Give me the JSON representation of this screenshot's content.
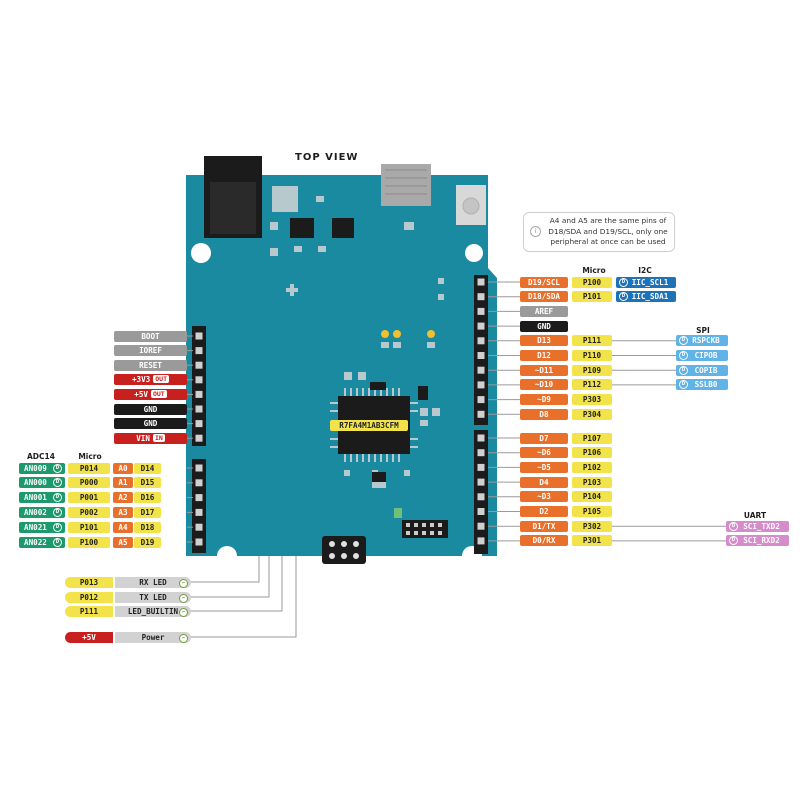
{
  "title": "TOP VIEW",
  "chip_label": "R7FA4M1AB3CFM",
  "note": {
    "icon": "info-icon",
    "line1": "A4 and A5 are the same pins of",
    "line2": "D18/SDA and D19/SCL, only one",
    "line3": "peripheral at once can be used"
  },
  "headers": {
    "micro_right": "Micro",
    "i2c": "I2C",
    "spi": "SPI",
    "uart": "UART",
    "adc": "ADC14",
    "micro_left": "Micro"
  },
  "colors": {
    "board": "#1a8aa0",
    "orange": "#e8702a",
    "yellow": "#f2e34b",
    "blue_dark": "#1e73b8",
    "blue_light": "#5fb3e6",
    "pink": "#d68ccb",
    "green": "#1d9a6c",
    "red": "#c8201f",
    "black": "#1b1b1b",
    "gray": "#9a9a9a"
  },
  "power_pins": [
    {
      "label": "BOOT",
      "kind": "gray"
    },
    {
      "label": "IOREF",
      "kind": "gray"
    },
    {
      "label": "RESET",
      "kind": "gray"
    },
    {
      "label": "+3V3",
      "kind": "red",
      "badge": "OUT"
    },
    {
      "label": "+5V",
      "kind": "red",
      "badge": "OUT"
    },
    {
      "label": "GND",
      "kind": "black"
    },
    {
      "label": "GND",
      "kind": "black"
    },
    {
      "label": "VIN",
      "kind": "red",
      "badge": "IN"
    }
  ],
  "analog_pins": [
    {
      "adc": "AN009",
      "micro": "P014",
      "a": "A0",
      "d": "D14"
    },
    {
      "adc": "AN000",
      "micro": "P000",
      "a": "A1",
      "d": "D15"
    },
    {
      "adc": "AN001",
      "micro": "P001",
      "a": "A2",
      "d": "D16"
    },
    {
      "adc": "AN002",
      "micro": "P002",
      "a": "A3",
      "d": "D17"
    },
    {
      "adc": "AN021",
      "micro": "P101",
      "a": "A4",
      "d": "D18"
    },
    {
      "adc": "AN022",
      "micro": "P100",
      "a": "A5",
      "d": "D19"
    }
  ],
  "right_top_pins": [
    {
      "d": "D19/SCL",
      "micro": "P100",
      "i2c": "IIC_SCL1"
    },
    {
      "d": "D18/SDA",
      "micro": "P101",
      "i2c": "IIC_SDA1"
    },
    {
      "d": "AREF",
      "kind": "gray"
    },
    {
      "d": "GND",
      "kind": "black"
    },
    {
      "d": "D13",
      "micro": "P111",
      "spi": "RSPCKB"
    },
    {
      "d": "D12",
      "micro": "P110",
      "spi": "CIPOB"
    },
    {
      "d": "~D11",
      "micro": "P109",
      "spi": "COPIB"
    },
    {
      "d": "~D10",
      "micro": "P112",
      "spi": "SSLB0"
    },
    {
      "d": "~D9",
      "micro": "P303"
    },
    {
      "d": "D8",
      "micro": "P304"
    }
  ],
  "right_bottom_pins": [
    {
      "d": "D7",
      "micro": "P107"
    },
    {
      "d": "~D6",
      "micro": "P106"
    },
    {
      "d": "~D5",
      "micro": "P102"
    },
    {
      "d": "D4",
      "micro": "P103"
    },
    {
      "d": "~D3",
      "micro": "P104"
    },
    {
      "d": "D2",
      "micro": "P105"
    },
    {
      "d": "D1/TX",
      "micro": "P302",
      "uart": "SCI_TXD2"
    },
    {
      "d": "D0/RX",
      "micro": "P301",
      "uart": "SCI_RXD2"
    }
  ],
  "leds": [
    {
      "micro": "P013",
      "label": "RX LED"
    },
    {
      "micro": "P012",
      "label": "TX LED"
    },
    {
      "micro": "P111",
      "label": "LED_BUILTIN"
    }
  ],
  "power_led": {
    "micro": "+5V",
    "label": "Power"
  },
  "d_badge": "D",
  "led_icon_char": "←"
}
